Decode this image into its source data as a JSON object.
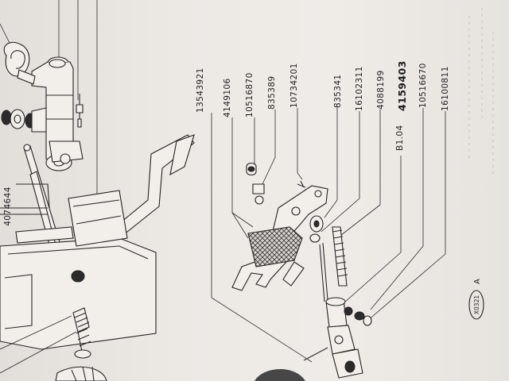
{
  "diagram": {
    "part_numbers": [
      {
        "id": "p1",
        "text": "13543921"
      },
      {
        "id": "p2",
        "text": "4149106"
      },
      {
        "id": "p3",
        "text": "10516870"
      },
      {
        "id": "p4",
        "text": "835389"
      },
      {
        "id": "p5",
        "text": "10734201"
      },
      {
        "id": "p6",
        "text": "835341"
      },
      {
        "id": "p7",
        "text": "16102311"
      },
      {
        "id": "p8",
        "text": "4088199"
      },
      {
        "id": "p9",
        "prefix": "B1.04",
        "text": "4159403"
      },
      {
        "id": "p10",
        "text": "10516670"
      },
      {
        "id": "p11",
        "text": "16100811"
      }
    ],
    "left_edge_number": "4074644",
    "figure_code": "X0321",
    "figure_suffix": "A"
  }
}
